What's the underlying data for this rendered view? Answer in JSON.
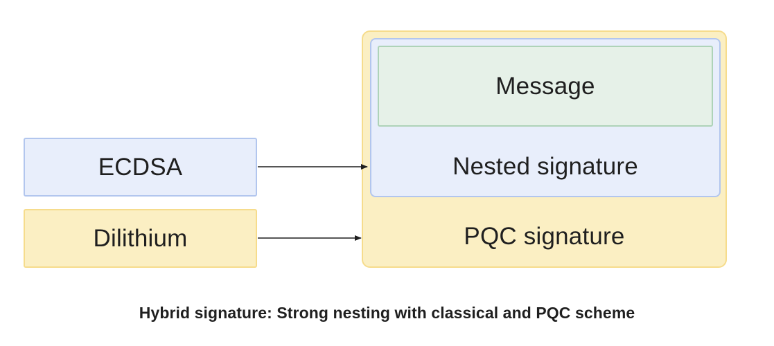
{
  "diagram": {
    "nodes": {
      "ecdsa": "ECDSA",
      "dilithium": "Dilithium",
      "message": "Message",
      "nested_signature": "Nested signature",
      "pqc_signature": "PQC signature"
    },
    "colors": {
      "blue_fill": "#e8eefb",
      "blue_border": "#b2c6ee",
      "yellow_fill": "#fbefc3",
      "yellow_border": "#f6dc8c",
      "green_fill": "#e6f1e8",
      "green_border": "#aed3b8",
      "arrow": "#1f1f1f"
    },
    "edges": [
      {
        "from": "ECDSA",
        "to": "Nested signature"
      },
      {
        "from": "Dilithium",
        "to": "PQC signature"
      }
    ]
  },
  "caption": "Hybrid signature: Strong nesting with classical and PQC scheme"
}
